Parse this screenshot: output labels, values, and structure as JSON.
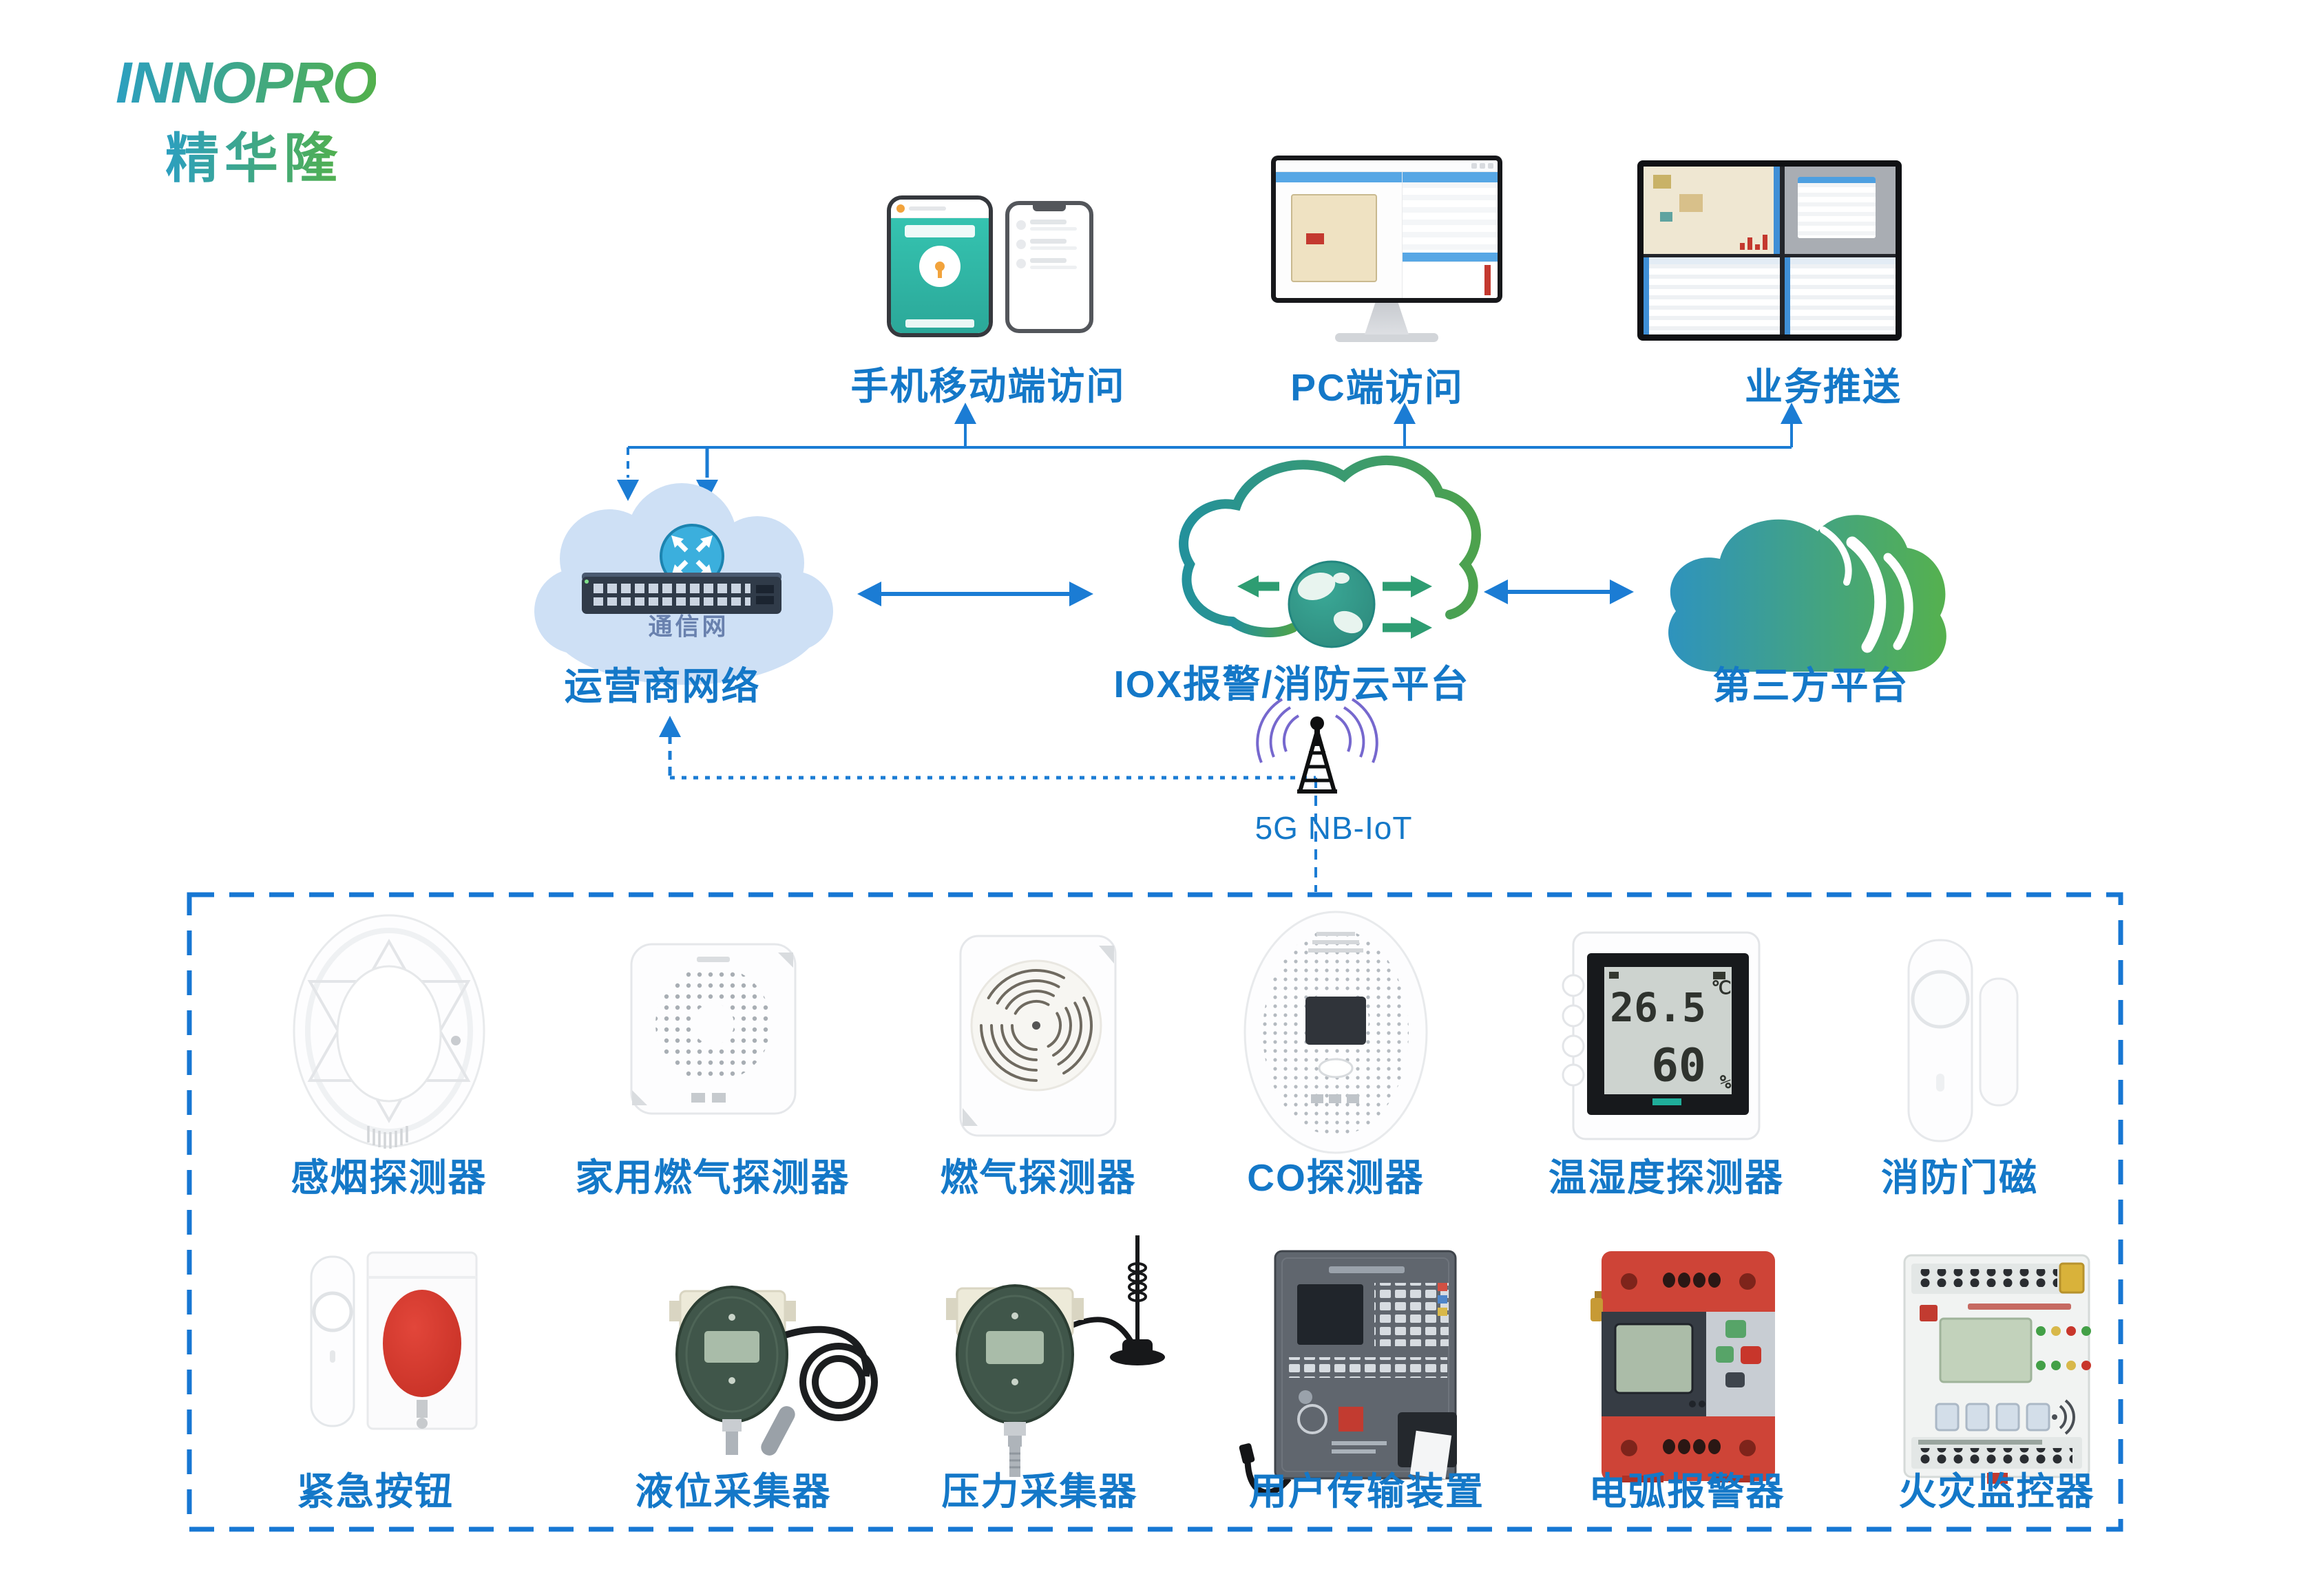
{
  "logo": {
    "brand": "INNOPRO",
    "name": "精华隆"
  },
  "top": {
    "mobile": "手机移动端访问",
    "pc": "PC端访问",
    "push": "业务推送"
  },
  "network": {
    "carrier": "运营商网络",
    "carrier_tag": "通信网",
    "platform": "IOX报警/消防云平台",
    "third_party": "第三方平台",
    "link": "5G NB-IoT"
  },
  "sensors": {
    "row1": [
      {
        "label": "感烟探测器"
      },
      {
        "label": "家用燃气探测器"
      },
      {
        "label": "燃气探测器"
      },
      {
        "label": "CO探测器"
      },
      {
        "label": "温湿度探测器",
        "temp_value": "26.5",
        "temp_unit": "℃",
        "humidity_value": "60",
        "humidity_unit": "%"
      },
      {
        "label": "消防门磁"
      }
    ],
    "row2": [
      {
        "label": "紧急按钮"
      },
      {
        "label": "液位采集器"
      },
      {
        "label": "压力采集器"
      },
      {
        "label": "用户传输装置"
      },
      {
        "label": "电弧报警器"
      },
      {
        "label": "火灾监控器"
      }
    ]
  },
  "colors": {
    "accent_blue": "#1478C8",
    "line_blue": "#1B7CD4",
    "cloud_light": "#CEE0F5",
    "brand_teal": "#2C9FC0",
    "brand_green": "#52B04C",
    "alert_red": "#D6352B"
  }
}
